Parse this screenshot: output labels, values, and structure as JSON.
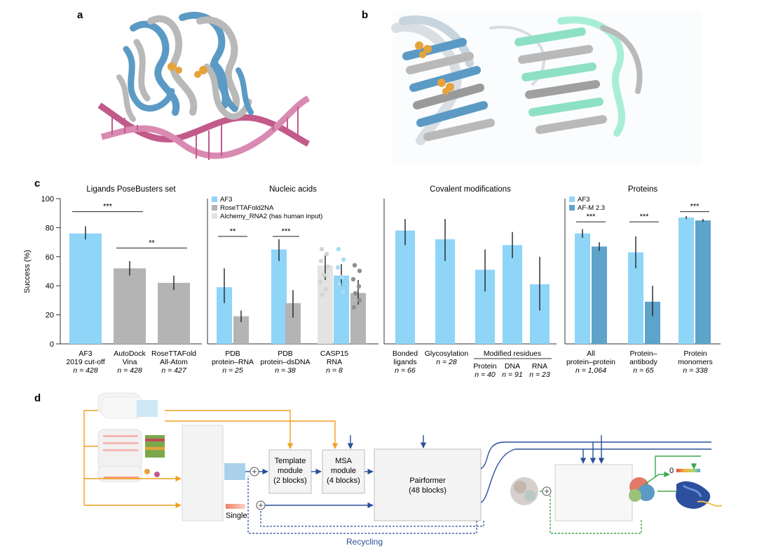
{
  "panel_labels": {
    "a": "a",
    "b": "b",
    "c": "c",
    "d": "d"
  },
  "colors": {
    "af3": "#8fd5f7",
    "rosetta": "#b4b4b4",
    "alchemy": "#e3e3e3",
    "afm": "#5ea3c9",
    "dna": "#c25a8a",
    "protein_blue": "#5b9ac4",
    "protein_grey": "#b9b9b9",
    "ligand": "#e6a33a",
    "teal": "#8ee0c4",
    "arrow_orange": "#f0a020",
    "arrow_blue": "#2a4f9a",
    "arrow_green": "#3aa94a"
  },
  "chart_data": {
    "type": "bar",
    "ylabel": "Success (%)",
    "ylim": [
      0,
      100
    ],
    "yticks": [
      "0",
      "20",
      "40",
      "60",
      "80",
      "100"
    ],
    "groups": [
      {
        "title": "Ligands PoseBusters set",
        "bars": [
          {
            "value": 76,
            "lo": 72,
            "hi": 81,
            "series": "af3"
          },
          {
            "value": 52,
            "lo": 47,
            "hi": 57,
            "series": "rosetta"
          },
          {
            "value": 42,
            "lo": 37,
            "hi": 47,
            "series": "rosetta"
          }
        ],
        "categories": [
          {
            "lines": [
              "AF3",
              "2019 cut-off"
            ],
            "n": "n = 428"
          },
          {
            "lines": [
              "AutoDock",
              "Vina"
            ],
            "n": "n = 428"
          },
          {
            "lines": [
              "RoseTTAFold",
              "All-Atom"
            ],
            "n": "n = 427"
          }
        ],
        "sig": [
          {
            "from": 0,
            "to": 1,
            "y": 91,
            "label": "***"
          },
          {
            "from": 1,
            "to": 2,
            "y": 66,
            "label": "**"
          }
        ]
      },
      {
        "title": "Nucleic acids",
        "legend": [
          {
            "label": "AF3",
            "series": "af3"
          },
          {
            "label": "RoseTTAFold2NA",
            "series": "rosetta"
          },
          {
            "label": "Alchemy_RNA2 (has human input)",
            "series": "alchemy"
          }
        ],
        "bars": [
          {
            "value": 39,
            "lo": 28,
            "hi": 52,
            "series": "af3"
          },
          {
            "value": 19,
            "lo": 15,
            "hi": 23,
            "series": "rosetta"
          },
          {
            "value": 65,
            "lo": 57,
            "hi": 72,
            "series": "af3"
          },
          {
            "value": 28,
            "lo": 18,
            "hi": 37,
            "series": "rosetta"
          },
          {
            "value": 54,
            "lo": 44,
            "hi": 62,
            "series": "alchemy"
          },
          {
            "value": 47,
            "lo": 40,
            "hi": 55,
            "series": "af3"
          },
          {
            "value": 35,
            "lo": 27,
            "hi": 44,
            "series": "rosetta"
          }
        ],
        "categories": [
          {
            "lines": [
              "PDB",
              "protein–RNA"
            ],
            "n": "n = 25"
          },
          {
            "lines": [
              "PDB",
              "protein–dsDNA"
            ],
            "n": "n = 38"
          },
          {
            "lines": [
              "CASP15",
              "RNA"
            ],
            "n": "n = 8"
          }
        ],
        "sig": [
          {
            "from": 0,
            "to": 1,
            "y": 74,
            "label": "**"
          },
          {
            "from": 2,
            "to": 3,
            "y": 74,
            "label": "***"
          }
        ]
      },
      {
        "title": "Covalent modifications",
        "bars": [
          {
            "value": 78,
            "lo": 68,
            "hi": 86,
            "series": "af3"
          },
          {
            "value": 72,
            "lo": 57,
            "hi": 86,
            "series": "af3"
          },
          {
            "value": 51,
            "lo": 36,
            "hi": 65,
            "series": "af3"
          },
          {
            "value": 68,
            "lo": 59,
            "hi": 77,
            "series": "af3"
          },
          {
            "value": 41,
            "lo": 23,
            "hi": 60,
            "series": "af3"
          }
        ],
        "categories": [
          {
            "lines": [
              "Bonded",
              "ligands"
            ],
            "n": "n = 66"
          },
          {
            "lines": [
              "Glycosylation"
            ],
            "n": "n = 28"
          }
        ],
        "modified_residues": {
          "title": "Modified residues",
          "items": [
            {
              "name": "Protein",
              "n": "n = 40"
            },
            {
              "name": "DNA",
              "n": "n = 91"
            },
            {
              "name": "RNA",
              "n": "n = 23"
            }
          ]
        }
      },
      {
        "title": "Proteins",
        "legend": [
          {
            "label": "AF3",
            "series": "af3"
          },
          {
            "label": "AF-M 2.3",
            "series": "afm"
          }
        ],
        "bars": [
          {
            "value": 76,
            "lo": 73,
            "hi": 79,
            "series": "af3"
          },
          {
            "value": 67,
            "lo": 64,
            "hi": 70,
            "series": "afm"
          },
          {
            "value": 63,
            "lo": 52,
            "hi": 74,
            "series": "af3"
          },
          {
            "value": 29,
            "lo": 19,
            "hi": 40,
            "series": "afm"
          },
          {
            "value": 87,
            "lo": 86,
            "hi": 88,
            "series": "af3"
          },
          {
            "value": 85,
            "lo": 84,
            "hi": 86,
            "series": "afm"
          }
        ],
        "categories": [
          {
            "lines": [
              "All",
              "protein–protein"
            ],
            "n": "n = 1,064"
          },
          {
            "lines": [
              "Protein–",
              "antibody"
            ],
            "n": "n = 65"
          },
          {
            "lines": [
              "Protein",
              "monomers"
            ],
            "n": "n = 338"
          }
        ],
        "sig": [
          {
            "from": 0,
            "to": 1,
            "y": 84,
            "label": "***"
          },
          {
            "from": 2,
            "to": 3,
            "y": 84,
            "label": "***"
          },
          {
            "from": 4,
            "to": 5,
            "y": 91,
            "label": "***"
          }
        ]
      }
    ]
  },
  "diagram": {
    "template_module": [
      "Template",
      "module",
      "(2 blocks)"
    ],
    "msa_module": [
      "MSA",
      "module",
      "(4 blocks)"
    ],
    "pairformer": [
      "Pairformer",
      "(48 blocks)"
    ],
    "single": "Single",
    "recycling": "Recycling",
    "zero": "0"
  }
}
